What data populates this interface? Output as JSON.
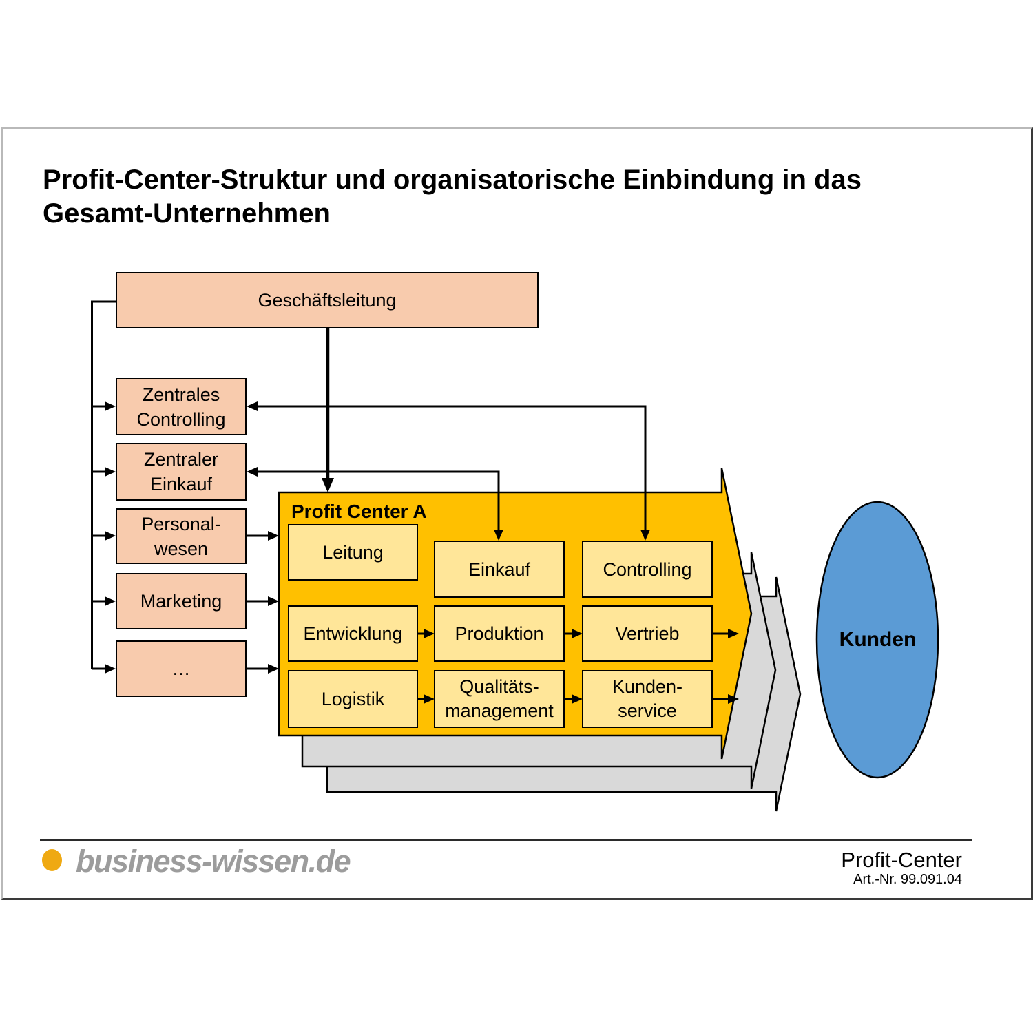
{
  "title": "Profit-Center-Struktur und organisatorische Einbindung in das\nGesamt-Unternehmen",
  "org": {
    "geschaeftsleitung": "Geschäftsleitung",
    "units": [
      "Zentrales\nControlling",
      "Zentraler\nEinkauf",
      "Personal-\nwesen",
      "Marketing",
      "…"
    ]
  },
  "pc": {
    "label": "Profit Center A",
    "leitung": "Leitung",
    "einkauf": "Einkauf",
    "controlling": "Controlling",
    "entwicklung": "Entwicklung",
    "produktion": "Produktion",
    "vertrieb": "Vertrieb",
    "logistik": "Logistik",
    "qualitaetsmanagement": "Qualitäts-\nmanagement",
    "kundenservice": "Kunden-\nservice"
  },
  "kunden": "Kunden",
  "footer": {
    "logo": "business-wissen.de",
    "doc_title": "Profit-Center",
    "art_no": "Art.-Nr. 99.091.04"
  },
  "colors": {
    "salmon": "#F8CBAD",
    "orange": "#FFC000",
    "light_yellow": "#FFE699",
    "gray": "#D9D9D9",
    "blue": "#5B9BD5",
    "logo_gold": "#EFA912",
    "line": "#000000"
  }
}
